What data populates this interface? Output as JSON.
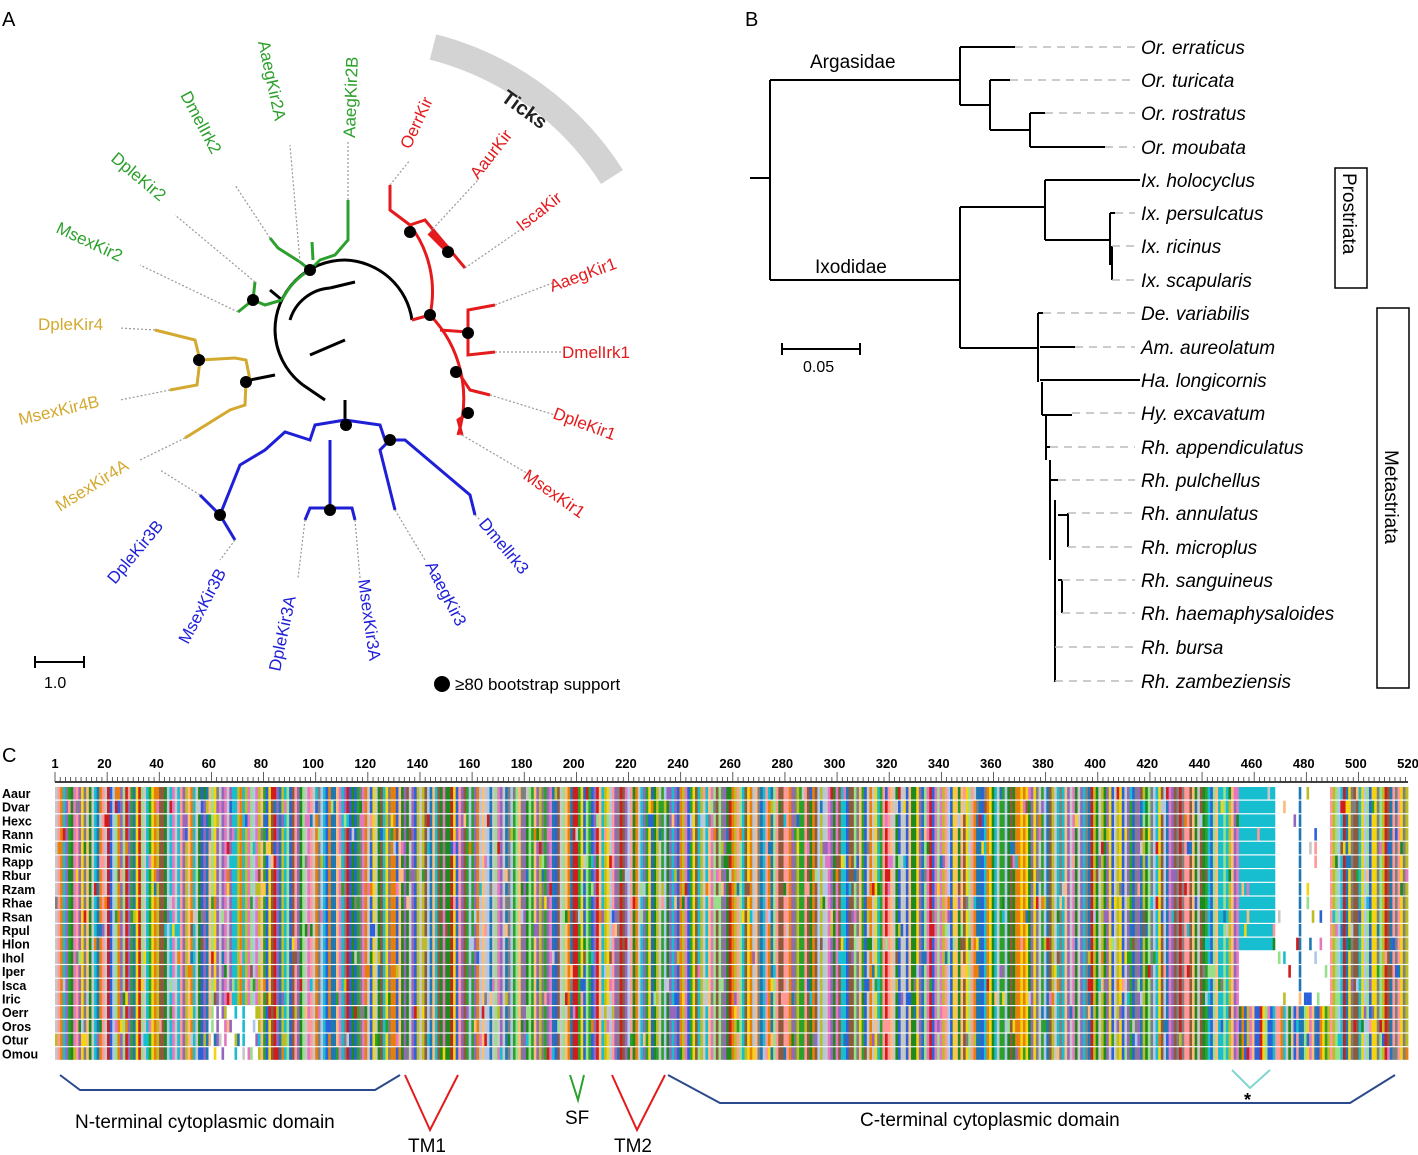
{
  "panelA": {
    "label": "A",
    "highlight": "Ticks",
    "scale_label": "1.0",
    "legend_text": "≥80 bootstrap support",
    "colors": {
      "ticks": "#e41a1c",
      "green": "#2ca02c",
      "gold": "#d4a930",
      "blue": "#1f1fd8",
      "backbone": "#000000"
    },
    "leaves": [
      {
        "name": "OerrKir",
        "group": "ticks"
      },
      {
        "name": "AaurKir",
        "group": "ticks"
      },
      {
        "name": "IscaKir",
        "group": "ticks"
      },
      {
        "name": "AaegKir1",
        "group": "ticks"
      },
      {
        "name": "DmelIrk1",
        "group": "ticks"
      },
      {
        "name": "DpleKir1",
        "group": "ticks"
      },
      {
        "name": "MsexKir1",
        "group": "ticks"
      },
      {
        "name": "Dmellrk3",
        "group": "blue"
      },
      {
        "name": "AaegKir3",
        "group": "blue"
      },
      {
        "name": "MsexKir3A",
        "group": "blue"
      },
      {
        "name": "DpleKir3A",
        "group": "blue"
      },
      {
        "name": "MsexKir3B",
        "group": "blue"
      },
      {
        "name": "DpleKir3B",
        "group": "blue"
      },
      {
        "name": "MsexKir4A",
        "group": "gold"
      },
      {
        "name": "MsexKir4B",
        "group": "gold"
      },
      {
        "name": "DpleKir4",
        "group": "gold"
      },
      {
        "name": "MsexKir2",
        "group": "green"
      },
      {
        "name": "DpleKir2",
        "group": "green"
      },
      {
        "name": "DmelIrk2",
        "group": "green"
      },
      {
        "name": "AaegKir2A",
        "group": "green"
      },
      {
        "name": "AaegKir2B",
        "group": "green"
      }
    ]
  },
  "panelB": {
    "label": "B",
    "clade_labels": [
      "Argasidae",
      "Ixodidae"
    ],
    "group_labels": [
      "Prostriata",
      "Metastriata"
    ],
    "scale_label": "0.05",
    "taxa": [
      "Or. erraticus",
      "Or. turicata",
      "Or. rostratus",
      "Or. moubata",
      "Ix. holocyclus",
      "Ix. persulcatus",
      "Ix. ricinus",
      "Ix. scapularis",
      "De. variabilis",
      "Am. aureolatum",
      "Ha. longicornis",
      "Hy. excavatum",
      "Rh. appendiculatus",
      "Rh. pulchellus",
      "Rh. annulatus",
      "Rh. microplus",
      "Rh. sanguineus",
      "Rh. haemaphysaloides",
      "Rh. bursa",
      "Rh. zambeziensis"
    ]
  },
  "panelC": {
    "label": "C",
    "ruler_ticks": [
      "1",
      "20",
      "40",
      "60",
      "80",
      "100",
      "120",
      "140",
      "160",
      "180",
      "200",
      "220",
      "240",
      "260",
      "280",
      "300",
      "320",
      "340",
      "360",
      "380",
      "400",
      "420",
      "440",
      "460",
      "480",
      "500",
      "520"
    ],
    "sequences": [
      "Aaur",
      "Dvar",
      "Hexc",
      "Rann",
      "Rmic",
      "Rapp",
      "Rbur",
      "Rzam",
      "Rhae",
      "Rsan",
      "Rpul",
      "Hlon",
      "Ihol",
      "Iper",
      "Isca",
      "Iric",
      "Oerr",
      "Oros",
      "Otur",
      "Omou"
    ],
    "domains": {
      "n_term": "N-terminal cytoplasmic domain",
      "tm1": "TM1",
      "sf": "SF",
      "tm2": "TM2",
      "c_term": "C-terminal cytoplasmic domain",
      "star": "*"
    },
    "palette": [
      "#2b62d9",
      "#1e8a1e",
      "#e87f0a",
      "#d01c1c",
      "#17becf",
      "#f4d40f",
      "#8c5a3c",
      "#9467bd",
      "#c7c7c7",
      "#2ca02c",
      "#ff9896",
      "#ffbb78",
      "#1f77b4",
      "#bcbd22",
      "#7f7f7f",
      "#e377c2",
      "#aec7e8",
      "#98df8a"
    ]
  }
}
